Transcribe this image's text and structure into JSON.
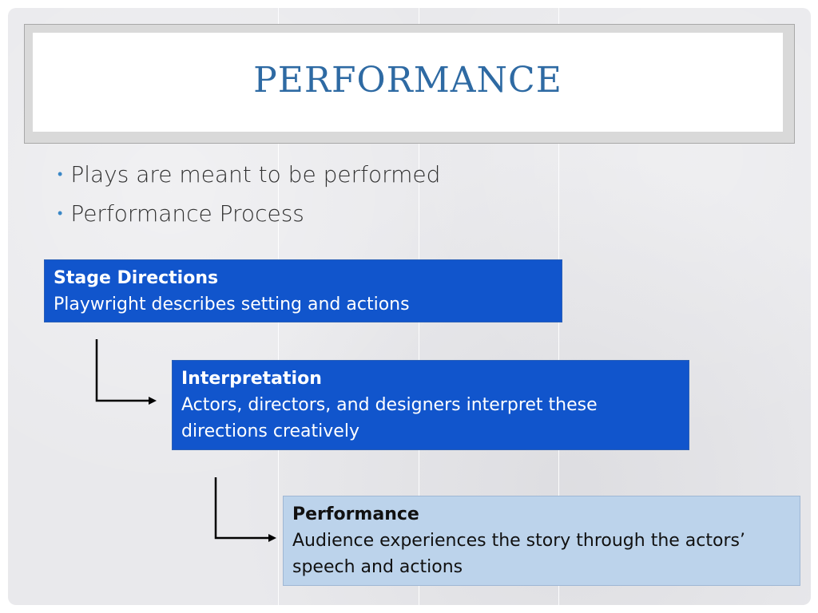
{
  "title": "PERFORMANCE",
  "bullets": [
    "Plays are meant to be performed",
    "Performance Process"
  ],
  "steps": [
    {
      "heading": "Stage Directions",
      "body": "Playwright describes setting and actions"
    },
    {
      "heading": "Interpretation",
      "body": "Actors, directors, and designers interpret these directions creatively"
    },
    {
      "heading": "Performance",
      "body": "Audience experiences the story through the actors’ speech and actions"
    }
  ],
  "colors": {
    "title": "#2e6aa3",
    "bullet_marker": "#3a87c6",
    "step_dark": "#1155cc",
    "step_light": "#bcd3eb"
  }
}
